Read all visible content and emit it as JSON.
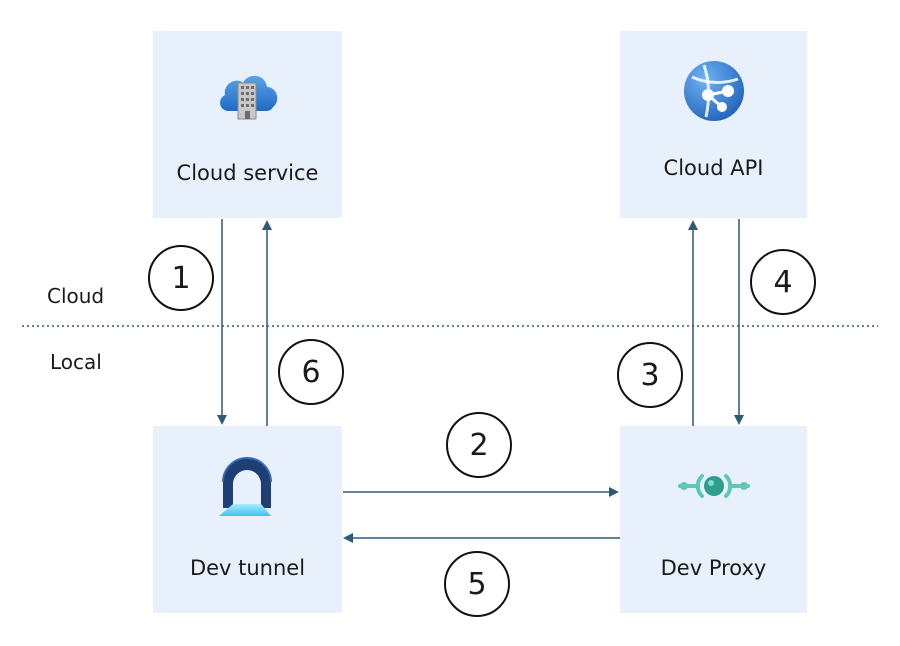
{
  "zones": {
    "cloud": "Cloud",
    "local": "Local"
  },
  "nodes": {
    "cloud_service": {
      "label": "Cloud service",
      "icon": "cloud-building-icon"
    },
    "cloud_api": {
      "label": "Cloud API",
      "icon": "web-globe-icon"
    },
    "dev_tunnel": {
      "label": "Dev tunnel",
      "icon": "tunnel-icon"
    },
    "dev_proxy": {
      "label": "Dev Proxy",
      "icon": "proxy-icon"
    }
  },
  "steps": [
    "1",
    "2",
    "3",
    "4",
    "5",
    "6"
  ],
  "colors": {
    "box_fill": "#e8f0fb",
    "arrow": "#2e5a75",
    "divider": "#2e5a75",
    "azure_blue": "#2f7fd8",
    "proxy_teal": "#5ec8b8"
  }
}
